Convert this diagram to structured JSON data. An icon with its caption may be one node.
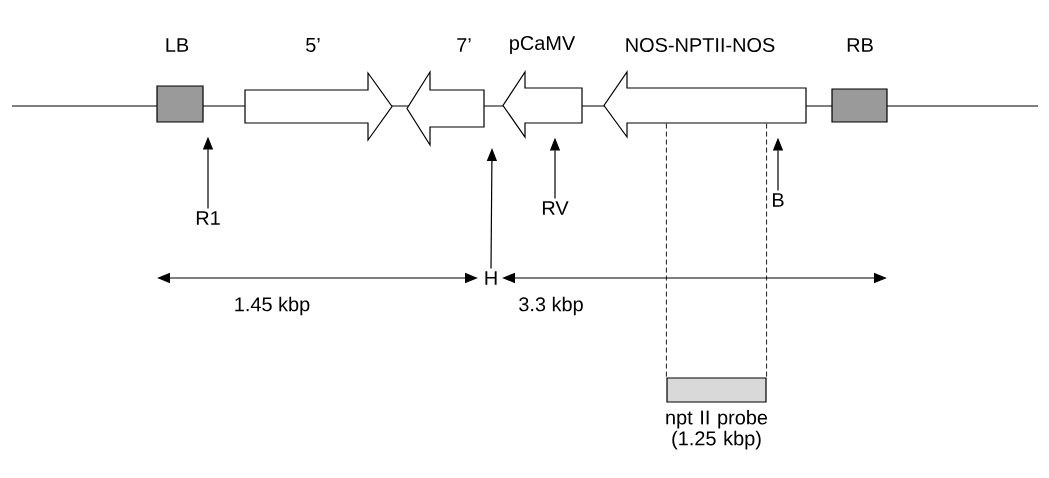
{
  "diagram": {
    "nodes": [
      {
        "text": [
          "LB"
        ]
      },
      {
        "text": [
          "5’"
        ]
      },
      {
        "text": [
          "7’"
        ]
      },
      {
        "text": [
          "pCaMV"
        ]
      },
      {
        "text": [
          "NOS-NPTII-NOS"
        ]
      },
      {
        "text": [
          "RB"
        ]
      },
      {
        "text": [
          "npt II probe (1.25 kbp)"
        ]
      },
      {
        "text": [
          "R1"
        ]
      },
      {
        "text": [
          "H"
        ]
      },
      {
        "text": [
          "RV"
        ]
      },
      {
        "text": [
          "B"
        ]
      }
    ],
    "edges": [
      {
        "from": 7,
        "to": 0,
        "arrow": "to"
      },
      {
        "from": 8,
        "to": null,
        "arrow": "to"
      },
      {
        "from": 9,
        "to": 3,
        "arrow": "to"
      },
      {
        "from": 10,
        "to": 4,
        "arrow": "to"
      },
      {
        "from": 4,
        "to": 6,
        "arrow": "none",
        "style": "dashed"
      },
      {
        "from": 4,
        "to": 6,
        "arrow": "none",
        "style": "dashed"
      }
    ],
    "labels": [
      "1.45 kbp",
      "3.3 kbp"
    ]
  }
}
